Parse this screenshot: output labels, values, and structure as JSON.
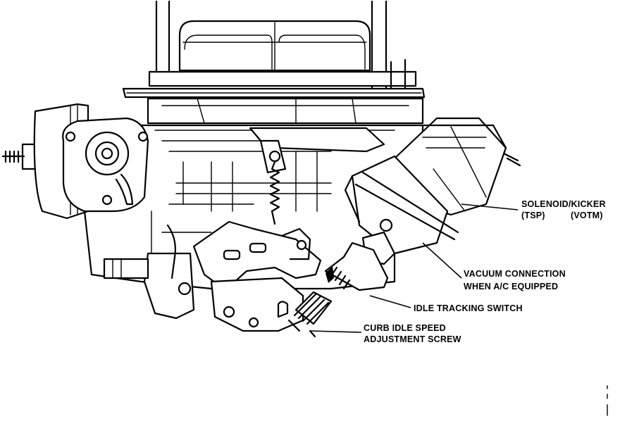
{
  "labels": {
    "solenoid_line1": "SOLENOID/KICKER",
    "solenoid_tsp": "(TSP)",
    "solenoid_votm": "(VOTM)",
    "vacuum_line1": "VACUUM CONNECTION",
    "vacuum_line2": "WHEN A/C EQUIPPED",
    "idle_tracking": "IDLE TRACKING SWITCH",
    "curb_line1": "CURB IDLE SPEED",
    "curb_line2": "ADJUSTMENT SCREW"
  }
}
